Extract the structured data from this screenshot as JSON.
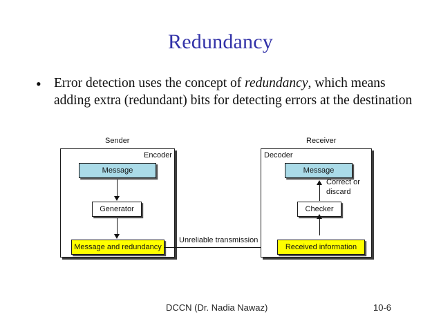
{
  "slide": {
    "title": "Redundancy",
    "bullet": {
      "mark": "•",
      "text_before": "Error detection uses the concept of ",
      "emphasis": "redundancy",
      "text_after": ", which means adding extra (redundant) bits for detecting errors at the destination"
    }
  },
  "diagram": {
    "sender": {
      "caption": "Sender",
      "inner_label": "Encoder",
      "message_box": "Message",
      "generator_box": "Generator",
      "output_box": "Message and redundancy"
    },
    "receiver": {
      "caption": "Receiver",
      "inner_label": "Decoder",
      "message_box": "Message",
      "checker_box": "Checker",
      "input_box": "Received information",
      "decision_label": "Correct or discard"
    },
    "link_label": "Unreliable transmission"
  },
  "footer": {
    "left": "DCCN (Dr. Nadia Nawaz)",
    "right": "10-6"
  },
  "colors": {
    "title": "#3232a8",
    "message_fill": "#aadbe8",
    "data_fill": "#ffff00",
    "stroke": "#1a1a1a",
    "background": "#ffffff"
  }
}
